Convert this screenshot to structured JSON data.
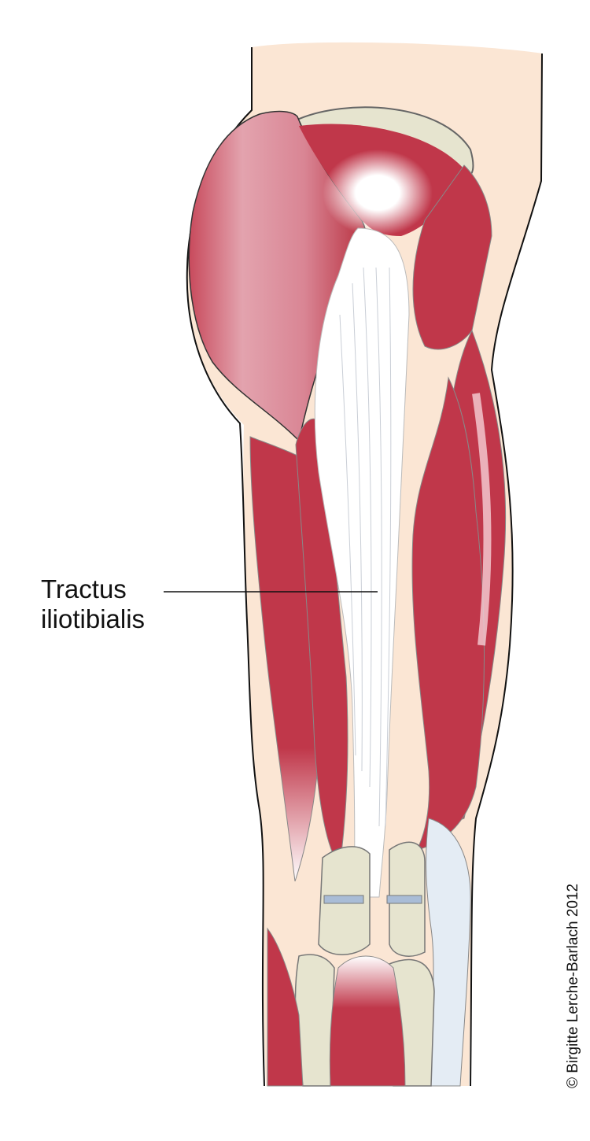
{
  "diagram": {
    "subject": "Lateral view of right thigh and knee musculature",
    "labels": [
      {
        "id": "tractus-iliotibialis",
        "line1": "Tractus",
        "line2": "iliotibialis",
        "leader_from": [
          208,
          752
        ],
        "leader_to": [
          480,
          752
        ]
      }
    ],
    "copyright": "© Birgitte Lerche-Barlach 2012"
  },
  "colors": {
    "background": "#ffffff",
    "skin": "#fbe6d4",
    "muscle": "#c0374a",
    "muscle_light": "#e2a0ac",
    "tendon": "#ffffff",
    "bone": "#e6e4cf",
    "cartilage": "#a9bcd6",
    "ligament": "#e4ecf4",
    "outline": "#111111",
    "fiber": "#e8707e"
  }
}
